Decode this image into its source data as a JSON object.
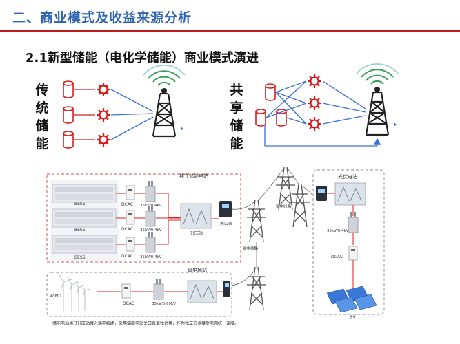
{
  "header": {
    "title": "二、商业模式及收益来源分析"
  },
  "section": {
    "title": "2.1新型储能（电化学储能）商业模式演进"
  },
  "models": [
    {
      "label_chars": [
        "传",
        "统",
        "储",
        "能"
      ]
    },
    {
      "label_chars": [
        "共",
        "享",
        "储",
        "能"
      ]
    }
  ],
  "diagram": {
    "storage_station": "独立储能电站",
    "bess": "BESS",
    "dcac": "DCAC",
    "transformer": "35kV/0.4kV",
    "booster": "升压站",
    "gateway_meter": "关口表",
    "line": "输电线路",
    "pv_station": "光伏电站",
    "pv": "PV",
    "wind_station": "风电场站",
    "wind": "WIND",
    "wind_transformer": "35kV/0.69kV",
    "footnote": "储能电站通过升压站接入输电线路，采用储能电站关口表单独计量，作为独立节点接受电网统一调度。"
  },
  "colors": {
    "header": "#2f64b0",
    "accent": "#c01919",
    "storage": "#d42020",
    "link": "#3a6fd8"
  }
}
